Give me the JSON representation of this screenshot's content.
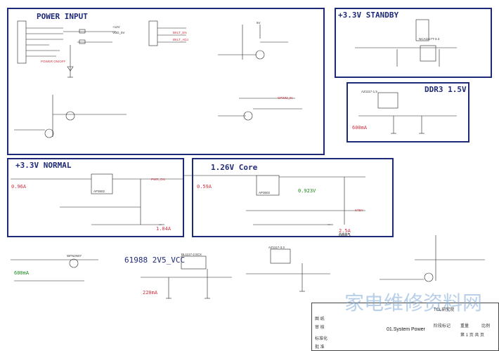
{
  "sections": {
    "power_input": "POWER INPUT",
    "standby": "+3.3V STANDBY",
    "ddr": "DDR3 1.5V",
    "normal": "+3.3V NORMAL",
    "core": "1.26V Core",
    "vcc": "61988 2V5_VCC"
  },
  "parts": {
    "ic_normal": "AP3602",
    "ic_core": "AP3602",
    "ic_ddr": "AZ1117-1.5",
    "ic_standby": "NCA1117T-3.3",
    "ic_vcc": "BL1117-2.5CX",
    "ic_misc": "AZ1117-3.3",
    "q_input": "WFN2N07"
  },
  "signals": {
    "power_on_off": "POWER ON/OFF",
    "bklt_en": "BKLT_EN",
    "bklt_adj": "BKLT_ADJ",
    "pwr_on": "PWR_ON",
    "opwm_in": "OPWM_IN",
    "stby": "STBY",
    "vdd_5v": "VDD_5V",
    "v12": "+12V",
    "v5": "5V"
  },
  "annotations": {
    "normal_current_a": "0.96A",
    "normal_current_b": "1.04A",
    "core_current": "0.59A",
    "core_voltage": "0.923V",
    "core_i2": "2.5A",
    "core_part": "0805",
    "ddr_current": "600mA",
    "misc_current": "600mA",
    "vcc_current": "220mA"
  },
  "title_block": {
    "logo": "家电维修资料网",
    "company": "TCL研究院",
    "drawing": "01.System Power",
    "sheet_label": "第",
    "sheet_num": "1",
    "sheet_of": "页 共",
    "sheet_total": "页",
    "rows": [
      "图 纸",
      "审 核",
      "标准化",
      "批 准"
    ],
    "stage": "阶段标记",
    "weight": "重量",
    "ratio": "比例"
  }
}
